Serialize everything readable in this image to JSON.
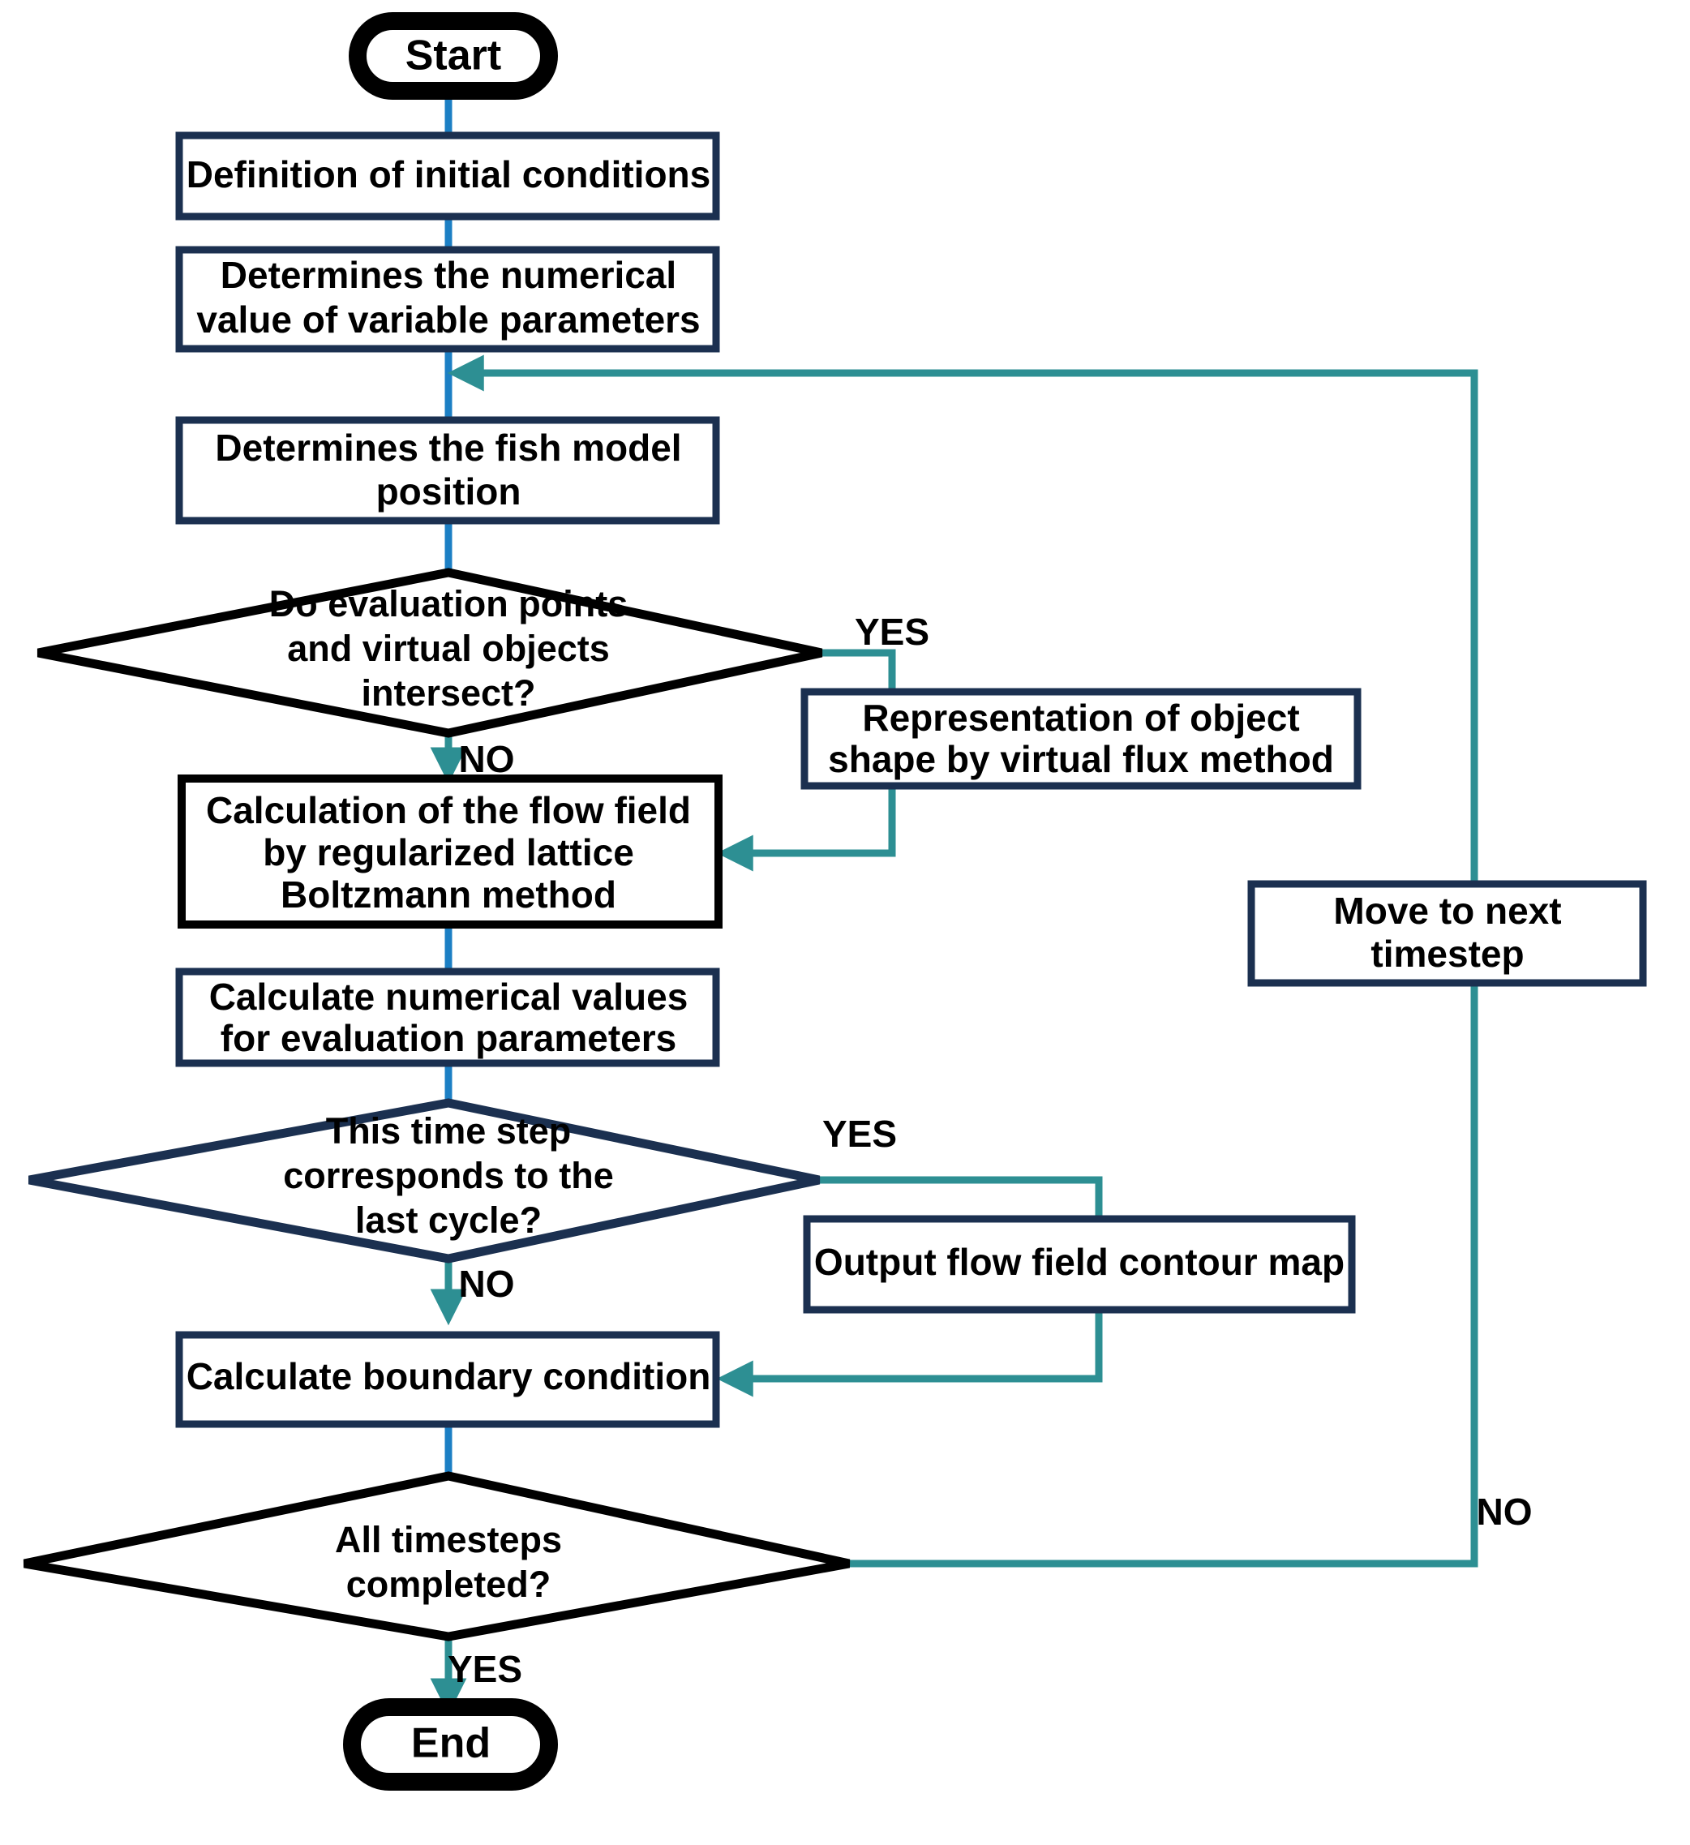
{
  "diagram": {
    "title": "Simulation flowchart",
    "colors": {
      "process_border_navy": "#1b3050",
      "process_border_black": "#000000",
      "terminator_border": "#000000",
      "connector_blue": "#1c7fc4",
      "connector_teal": "#2d8f93",
      "background": "#ffffff",
      "text": "#000000"
    }
  },
  "nodes": {
    "start": {
      "label": "Start",
      "shape": "terminator"
    },
    "initial_conditions": {
      "label": "Definition of initial conditions",
      "shape": "process"
    },
    "numerical_value": {
      "line1": "Determines the numerical",
      "line2": "value of variable parameters",
      "shape": "process"
    },
    "fish_position": {
      "line1": "Determines the fish model",
      "line2": "position",
      "shape": "process"
    },
    "decision_intersect": {
      "line1": "Do evaluation points",
      "line2": "and virtual objects",
      "line3": "intersect?",
      "shape": "decision"
    },
    "virtual_flux": {
      "line1": "Representation of object",
      "line2": "shape by virtual flux method",
      "shape": "process"
    },
    "flow_field": {
      "line1": "Calculation of the flow field",
      "line2": "by regularized lattice",
      "line3": "Boltzmann method",
      "shape": "process"
    },
    "evaluation_parameters": {
      "line1": "Calculate numerical values",
      "line2": "for evaluation parameters",
      "shape": "process"
    },
    "decision_last_cycle": {
      "line1": "This time step",
      "line2": "corresponds to the",
      "line3": "last cycle?",
      "shape": "decision"
    },
    "contour_map": {
      "label": "Output flow field contour map",
      "shape": "process"
    },
    "boundary_condition": {
      "label": "Calculate boundary condition",
      "shape": "process"
    },
    "decision_all_timesteps": {
      "line1": "All timesteps",
      "line2": "completed?",
      "shape": "decision"
    },
    "next_timestep": {
      "line1": "Move to next",
      "line2": "timestep",
      "shape": "process"
    },
    "end": {
      "label": "End",
      "shape": "terminator"
    }
  },
  "edge_labels": {
    "intersect_yes": "YES",
    "intersect_no": "NO",
    "last_cycle_yes": "YES",
    "last_cycle_no": "NO",
    "all_timesteps_no": "NO",
    "all_timesteps_yes": "YES"
  }
}
